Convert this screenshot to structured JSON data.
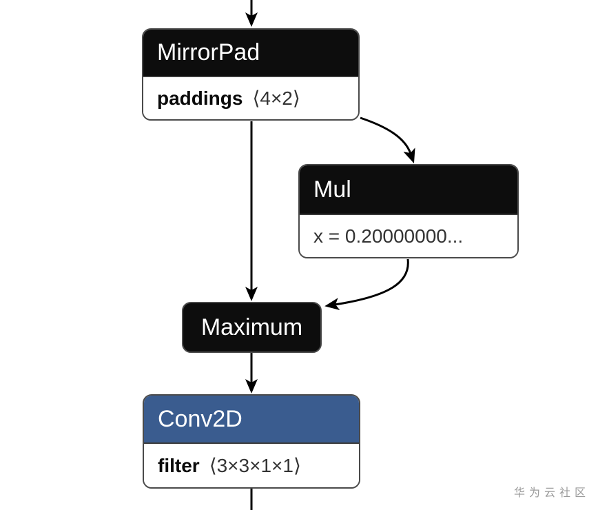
{
  "graph": {
    "nodes": {
      "mirrorpad": {
        "title": "MirrorPad",
        "attr_name": "paddings",
        "attr_value": "⟨4×2⟩",
        "header_color": "#0d0d0d"
      },
      "mul": {
        "title": "Mul",
        "attr_value": "x = 0.20000000...",
        "header_color": "#0d0d0d"
      },
      "maximum": {
        "title": "Maximum",
        "header_color": "#0d0d0d"
      },
      "conv2d": {
        "title": "Conv2D",
        "attr_name": "filter",
        "attr_value": "⟨3×3×1×1⟩",
        "header_color": "#3A5C8F"
      }
    },
    "edges": [
      {
        "from": "input",
        "to": "mirrorpad"
      },
      {
        "from": "mirrorpad",
        "to": "maximum"
      },
      {
        "from": "mirrorpad",
        "to": "mul"
      },
      {
        "from": "mul",
        "to": "maximum"
      },
      {
        "from": "maximum",
        "to": "conv2d"
      },
      {
        "from": "conv2d",
        "to": "output"
      }
    ]
  },
  "colors": {
    "node_header_black": "#0d0d0d",
    "node_header_blue": "#3A5C8F",
    "node_border": "#4a4a4a",
    "edge": "#000000",
    "attr_value_text": "#333333",
    "watermark": "#9b9b9b"
  },
  "watermark": "华为云社区"
}
